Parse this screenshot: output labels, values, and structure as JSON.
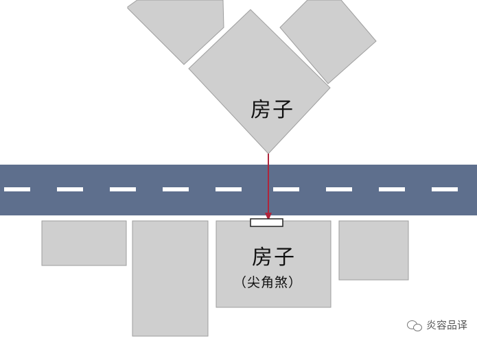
{
  "diagram": {
    "top_house_label": "房子",
    "bottom_house_label": "房子",
    "bottom_house_sublabel": "（尖角煞）"
  },
  "watermark": {
    "text": "炎容品译",
    "icon": "wechat-chat-bubbles-icon"
  },
  "colors": {
    "road": "#5e6f8d",
    "lane_marking": "#ffffff",
    "building": "#cfcfcf",
    "arrow": "#b0243a"
  }
}
